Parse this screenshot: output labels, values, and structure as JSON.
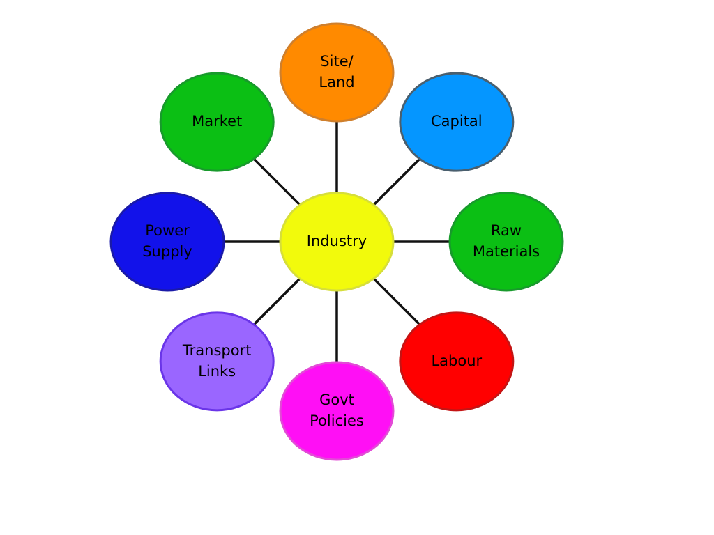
{
  "center": {
    "id": "industry",
    "label": [
      "Industry"
    ],
    "fill": "#f2fa0c",
    "stroke": "#d6de3a"
  },
  "nodes": [
    {
      "id": "site-land",
      "label": [
        "Site/",
        "Land"
      ],
      "fill": "#ff8a00",
      "stroke": "#cf7f2c"
    },
    {
      "id": "capital",
      "label": [
        "Capital"
      ],
      "fill": "#0596ff",
      "stroke": "#4a5f6e"
    },
    {
      "id": "raw-materials",
      "label": [
        "Raw",
        "Materials"
      ],
      "fill": "#0bbf14",
      "stroke": "#189a2c"
    },
    {
      "id": "labour",
      "label": [
        "Labour"
      ],
      "fill": "#ff0000",
      "stroke": "#c41414"
    },
    {
      "id": "govt-policies",
      "label": [
        "Govt",
        "Policies"
      ],
      "fill": "#ff0ff5",
      "stroke": "#e24bd6"
    },
    {
      "id": "transport-links",
      "label": [
        "Transport",
        "Links"
      ],
      "fill": "#9a66ff",
      "stroke": "#6a35e8"
    },
    {
      "id": "power-supply",
      "label": [
        "Power",
        "Supply"
      ],
      "fill": "#1212ea",
      "stroke": "#1a1aa8"
    },
    {
      "id": "market",
      "label": [
        "Market"
      ],
      "fill": "#0bbf14",
      "stroke": "#189a2c"
    }
  ]
}
